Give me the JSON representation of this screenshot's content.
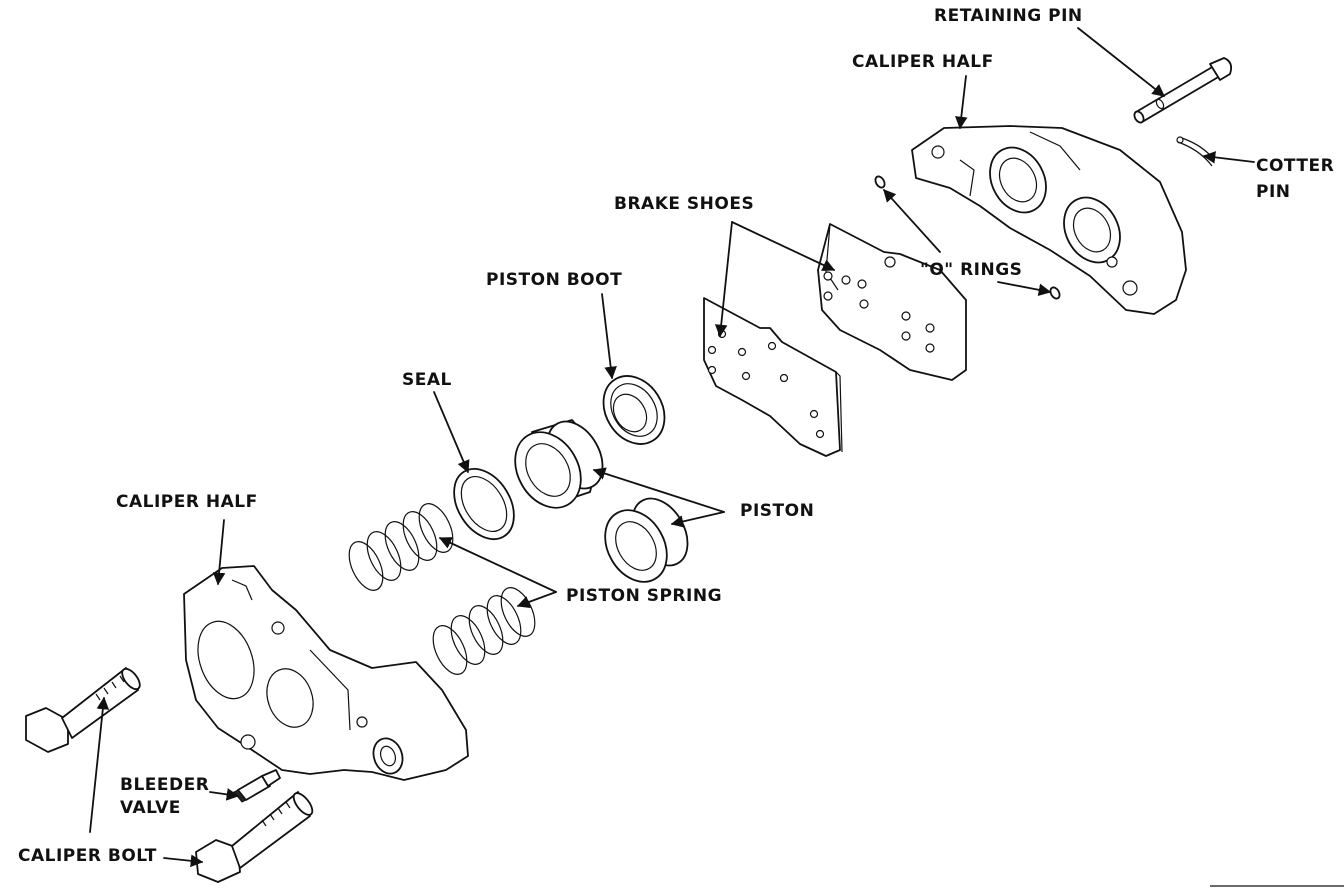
{
  "labels": {
    "retaining_pin": "RETAINING PIN",
    "caliper_half_top": "CALIPER HALF",
    "cotter_pin_1": "COTTER",
    "cotter_pin_2": "PIN",
    "brake_shoes": "BRAKE SHOES",
    "o_rings": "\"O\" RINGS",
    "piston_boot": "PISTON BOOT",
    "seal": "SEAL",
    "piston": "PISTON",
    "caliper_half_bottom": "CALIPER HALF",
    "piston_spring": "PISTON SPRING",
    "bleeder_valve_1": "BLEEDER",
    "bleeder_valve_2": "VALVE",
    "caliper_bolt": "CALIPER BOLT"
  },
  "colors": {
    "line": "#111111",
    "background": "#ffffff"
  }
}
